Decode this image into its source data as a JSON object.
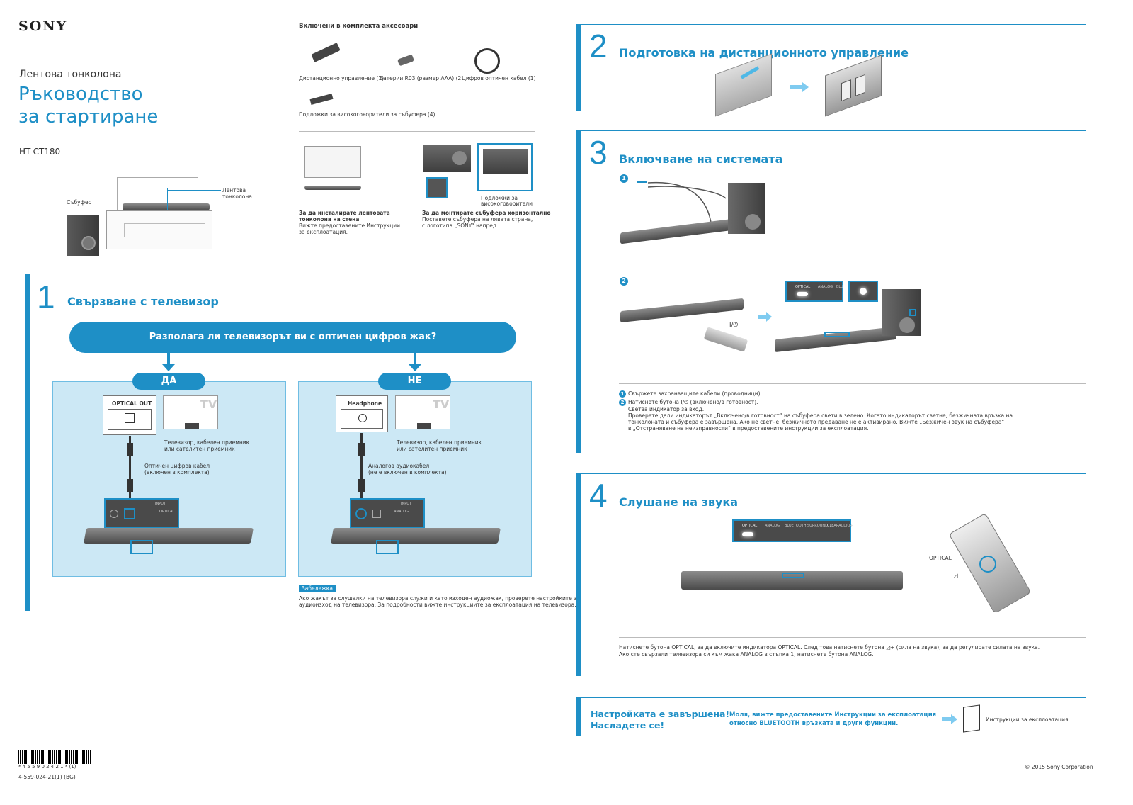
{
  "brand": "SONY",
  "header": {
    "product_type": "Лентова тонколона",
    "title_line1": "Ръководство",
    "title_line2": "за стартиране",
    "model": "HT-CT180"
  },
  "room": {
    "subwoofer_label": "Събуфер",
    "soundbar_label_line1": "Лентова",
    "soundbar_label_line2": "тонколона"
  },
  "accessories": {
    "title": "Включени в комплекта аксесоари",
    "items": [
      "Дистанционно управление (1)",
      "Батерии R03 (размер AAA) (2)",
      "Цифров оптичен кабел (1)",
      "Подложки за високоговорители за събуфера (4)"
    ]
  },
  "mounting": {
    "wall_title_line1": "За да инсталирате лентовата",
    "wall_title_line2": "тонколона на стена",
    "wall_text_line1": "Вижте предоставените Инструкции",
    "wall_text_line2": "за експлоатация.",
    "sub_title": "За да монтирате събуфера хоризонтално",
    "sub_text_line1": "Поставете събуфера на лявата страна,",
    "sub_text_line2": "с логотипа „SONY“ напред.",
    "pads_label_line1": "Подложки за",
    "pads_label_line2": "високоговорители"
  },
  "step1": {
    "number": "1",
    "title": "Свързване с телевизор",
    "question": "Разполага ли телевизорът ви с оптичен цифров жак?",
    "yes": "ДА",
    "no": "НЕ",
    "optical_out": "OPTICAL  OUT",
    "headphone": "Headphone",
    "tv": "TV",
    "tv_caption_line1": "Телевизор, кабелен приемник",
    "tv_caption_line2": "или сателитен приемник",
    "optical_cable_line1": "Оптичен цифров кабел",
    "optical_cable_line2": "(включен в комплекта)",
    "analog_cable_line1": "Аналогов аудиокабел",
    "analog_cable_line2": "(не е включен в комплекта)",
    "input_label": "INPUT",
    "optical_label": "OPTICAL",
    "analog_label": "ANALOG",
    "note_tag": "Забележка",
    "note_line1": "Ако жакът за слушалки на телевизора служи и като изходен аудиожак, проверете настройките за",
    "note_line2": "аудиоизход на телевизора. За подробности вижте инструкциите за експлоатация на телевизора."
  },
  "step2": {
    "number": "2",
    "title": "Подготовка на дистанционното управление"
  },
  "step3": {
    "number": "3",
    "title": "Включване на системата",
    "sub1": "1",
    "sub2": "2",
    "indicator_labels": [
      "OPTICAL",
      "ANALOG",
      "BLU"
    ],
    "power_symbol": "I/⏻",
    "instr1": "Свържете захранващите кабели (проводници).",
    "instr2": "Натиснете бутона I/⏻ (включено/в готовност).",
    "instr2_a": "Светва индикатор за вход.",
    "instr2_b": "Проверете дали индикаторът „Включено/в готовност“ на събуфера свети в зелено. Когато индикаторът светне, безжичната връзка на",
    "instr2_c": "тонколоната и събуфера е завършена. Ако не светне, безжичното предаване не е активирано. Вижте „Безжичен звук на събуфера“",
    "instr2_d": "в „Отстраняване на неизправности“ в предоставените инструкции за експлоатация."
  },
  "step4": {
    "number": "4",
    "title": "Слушане на звука",
    "indicator_labels": [
      "OPTICAL",
      "ANALOG",
      "BLUETOOTH",
      "SURROUND",
      "CLEARAUDIO+"
    ],
    "optical_label": "OPTICAL",
    "volume_symbol": "◿",
    "text_line1": "Натиснете бутона OPTICAL, за да включите индикатора OPTICAL. След това натиснете бутона ◿+ (сила на звука), за да регулирате силата на звука.",
    "text_line2": "Ако сте свързали телевизора си към жака ANALOG в стъпка 1, натиснете бутона ANALOG."
  },
  "finish": {
    "done_line1": "Настройката е завършена!",
    "done_line2": "Насладете се!",
    "see_line1": "Моля, вижте предоставените Инструкции за експлоатация",
    "see_line2": "относно BLUETOOTH връзката и други функции.",
    "manual_label": "Инструкции за експлоатация"
  },
  "footer": {
    "barcode_digits": "* 4 5 5 9 0 2 4 2 1 * (1)",
    "part_number": "4-559-024-21(1) (BG)",
    "copyright": "© 2015 Sony Corporation"
  },
  "colors": {
    "accent": "#1e8fc6",
    "panel": "#cce8f5"
  }
}
